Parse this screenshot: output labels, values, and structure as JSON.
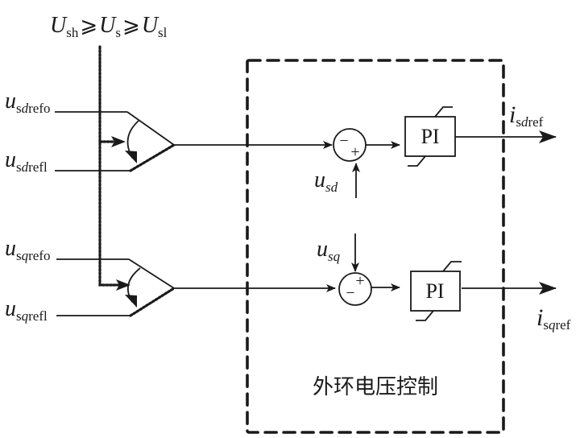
{
  "condition": {
    "U_main": "U",
    "sub_high": "sh",
    "ge1": "⩾",
    "sub_s": "s",
    "ge2": "⩾",
    "sub_low": "sl"
  },
  "inputs": {
    "d_outer": {
      "main": "u",
      "sub_a": "s",
      "sub_b": "d",
      "sub_c": "refo"
    },
    "d_inner": {
      "main": "u",
      "sub_a": "s",
      "sub_b": "d",
      "sub_c": "refl"
    },
    "q_outer": {
      "main": "u",
      "sub_a": "s",
      "sub_b": "q",
      "sub_c": "refo"
    },
    "q_inner": {
      "main": "u",
      "sub_a": "s",
      "sub_b": "q",
      "sub_c": "refl"
    }
  },
  "feedback": {
    "usd": {
      "main": "u",
      "sub": "sd"
    },
    "usq": {
      "main": "u",
      "sub": "sq"
    }
  },
  "summers": {
    "d": {
      "top_sign": "−",
      "bottom_sign": "+"
    },
    "q": {
      "left_sign": "−",
      "top_sign": "+"
    }
  },
  "controllers": {
    "d": {
      "label": "PI"
    },
    "q": {
      "label": "PI"
    }
  },
  "outputs": {
    "d": {
      "main": "i",
      "sub_a": "s",
      "sub_b": "d",
      "sub_c": "ref"
    },
    "q": {
      "main": "i",
      "sub_a": "s",
      "sub_b": "q",
      "sub_c": "ref"
    }
  },
  "box_label": "外环电压控制"
}
